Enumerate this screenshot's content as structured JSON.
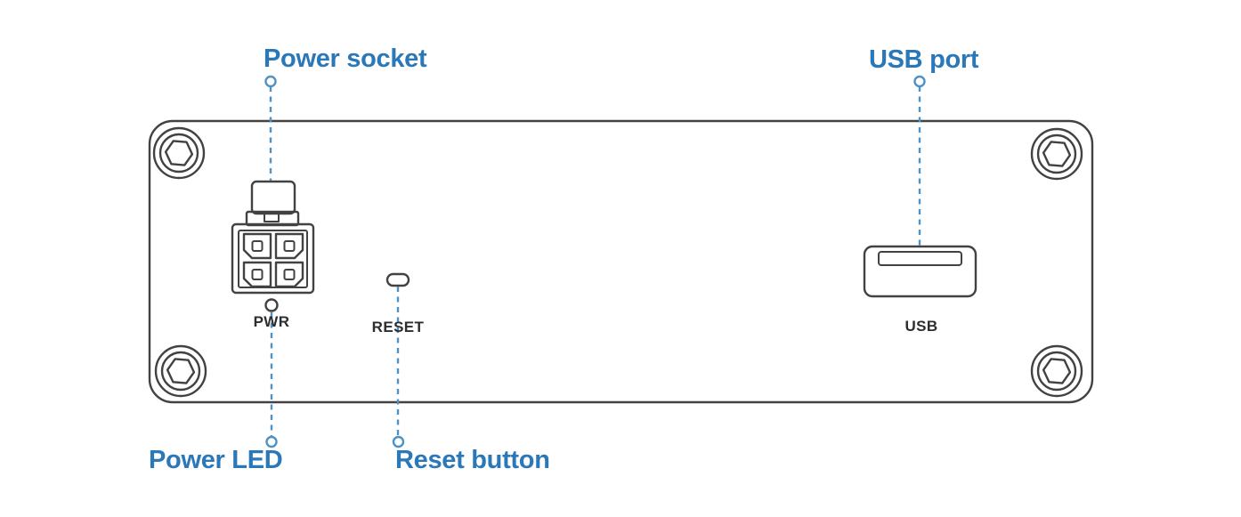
{
  "colors": {
    "accent_blue": "#2b78b8",
    "callout_line_blue": "#4e92c6",
    "outline_dark": "#424242",
    "label_dark": "#2d2d2d",
    "background": "#ffffff"
  },
  "device": {
    "type": "router-rear-panel-connector-diagram",
    "callouts": {
      "power_socket": "Power socket",
      "usb_port": "USB port",
      "power_led": "Power LED",
      "reset_button": "Reset button"
    },
    "port_labels": {
      "pwr": "PWR",
      "reset": "RESET",
      "usb": "USB"
    },
    "icons": {
      "corner_screw": "hex-socket-screw-icon",
      "power_socket": "4-pin-power-connector-icon",
      "power_led": "round-led-indicator-icon",
      "reset": "pinhole-reset-slot-icon",
      "usb": "usb-a-receptacle-icon"
    }
  }
}
